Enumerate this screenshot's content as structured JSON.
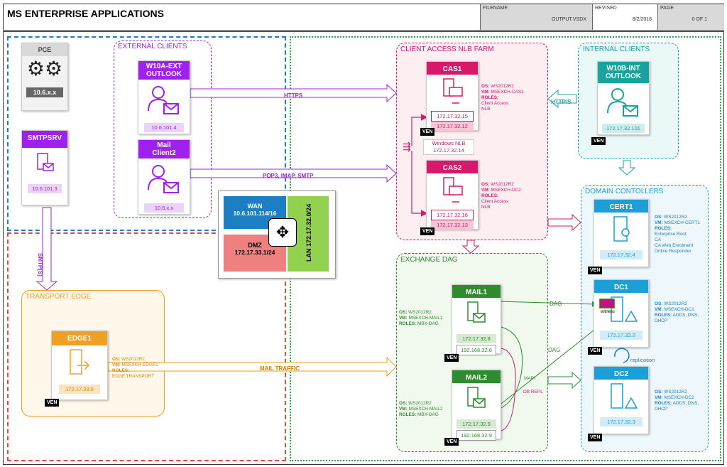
{
  "header": {
    "title": "MS ENTERPRISE APPLICATIONS",
    "filename_label": "FILENAME",
    "filename": "OUTPUT.VSDX",
    "revised_label": "REVISED",
    "revised": "8/2/2016",
    "page_label": "PAGE",
    "page": "0 OF 1"
  },
  "zones": {
    "external_clients": "EXTERNAL CLIENTS",
    "client_access": "CLIENT ACCESS NLB FARM",
    "internal_clients": "INTERNAL CLIENTS",
    "domain_controllers": "DOMAIN CONTOLLERS",
    "exchange_dag": "EXCHANGE DAG",
    "transport_edge": "TRANSPORT EDGE"
  },
  "pce": {
    "name": "PCE",
    "ip": "10.6.x.x"
  },
  "smtpsrv": {
    "name": "SMTPSRV",
    "ip": "10.6.101.3"
  },
  "w10a": {
    "name1": "W10A-EXT",
    "name2": "OUTLOOK",
    "ip": "10.6.101.4"
  },
  "mail_client2": {
    "name1": "Mail",
    "name2": "Client2",
    "ip": "10.6.x.x"
  },
  "firewall": {
    "wan": "WAN",
    "wan_ip": "10.6.101.114/16",
    "dmz": "DMZ",
    "dmz_ip": "172.17.33.1/24",
    "lan": "LAN",
    "lan_ip": "172.17.32.0/24"
  },
  "cas1": {
    "name": "CAS1",
    "ip1": "172.17.32.15",
    "ip2": "172.17.32.12",
    "ven": "VEN",
    "os": "WS2012R2",
    "vm": "MSEXCH-CAS1",
    "roles": "Client Access",
    "roles2": "NLB"
  },
  "cas2": {
    "name": "CAS2",
    "ip1": "172.17.32.16",
    "ip2": "172.17.32.13",
    "ven": "VEN",
    "os": "WS2012R2",
    "vm": "MSEXCH-DC2",
    "roles": "Client Access",
    "roles2": "NLB"
  },
  "nlb": {
    "label": "Windows NLB",
    "ip": "172.17.32.14"
  },
  "w10b": {
    "name1": "W10B-INT",
    "name2": "OUTLOOK",
    "ip": "172.17.32.101",
    "ven": "VEN"
  },
  "cert1": {
    "name": "CERT1",
    "ip": "172.17.32.4",
    "ven": "VEN",
    "os": "WS2012R2",
    "vm": "MSEXCH-CERT1",
    "roles": "Enterprise Root",
    "roles2": "CA",
    "roles3": "CA Web Enrolment",
    "roles4": "Online Responder"
  },
  "dc1": {
    "name": "DC1",
    "ip": "172.17.32.2",
    "ven": "VEN",
    "os": "WS2012R2",
    "vm": "MSEXCH-DC1",
    "roles": "ADDS, DNS,",
    "roles2": "DHCP"
  },
  "dc2": {
    "name": "DC2",
    "ip": "172.17.32.3",
    "ven": "VEN",
    "os": "WS2012R2",
    "vm": "MSEXCH-DC2",
    "roles": "ADDS, DNS,",
    "roles2": "DHCP"
  },
  "mail1": {
    "name": "MAIL1",
    "ip1": "172.17.32.8",
    "ip2": "192.168.32.8",
    "ven": "VEN",
    "os": "WS2012R2",
    "vm": "MSEXCH-MAIL1",
    "roles": "MBX-DAG"
  },
  "mail2": {
    "name": "MAIL2",
    "ip1": "172.17.32.9",
    "ip2": "192.168.32.9",
    "ven": "VEN",
    "os": "WS2012R2",
    "vm": "MSEXCH-MAIL2",
    "roles": "MBX-DAG"
  },
  "edge1": {
    "name": "EDGE1",
    "ip": "172.17.33.8",
    "ven": "VEN",
    "os": "WS2012R2",
    "vm": "MSEXCH-EDGE1",
    "roles": "EDGE TRANSPORT"
  },
  "labels": {
    "os": "OS:",
    "vm": "VM:",
    "roles": "ROLES:",
    "ven": "VEN",
    "witness": "witness",
    "replication": "replication",
    "https": "HTTPS",
    "https2": "HTTP/S",
    "pop3": "POP3, IMAP, SMTP",
    "smtps": "SMTP(S)",
    "mail_traffic": "MAIL TRAFFIC",
    "dag1": "DAG",
    "dag2": "DAG",
    "mapi": "MAPI",
    "db_repl": "DB REPL"
  },
  "colors": {
    "purple": "#a020f0",
    "pink": "#d6196b",
    "teal": "#1aa39e",
    "blue": "#1c7fc3",
    "green": "#2e8b2e",
    "orange": "#f0a020",
    "gray": "#666666"
  }
}
